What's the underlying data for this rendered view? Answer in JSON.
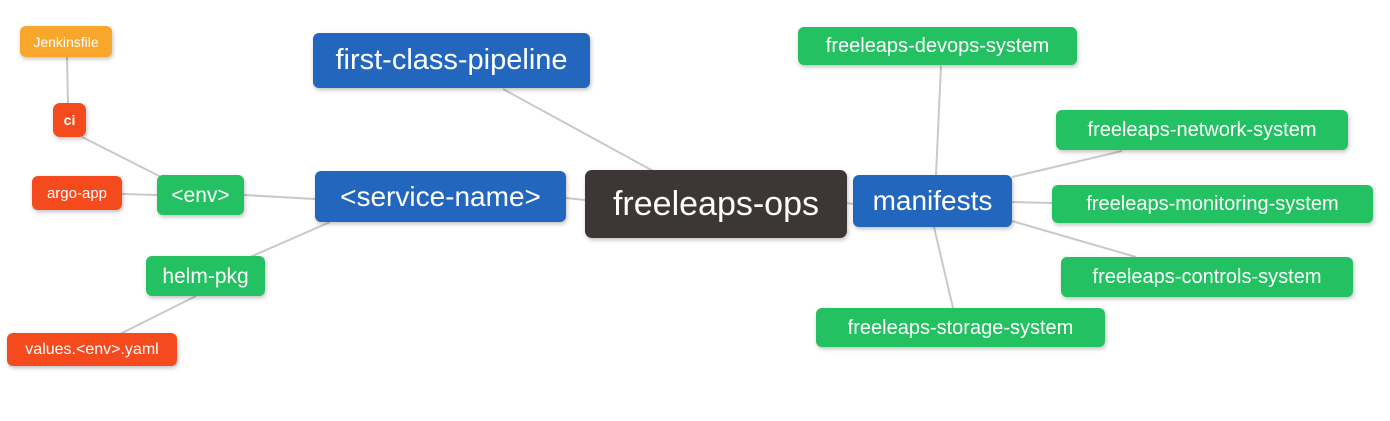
{
  "diagram": {
    "type": "mindmap",
    "root_label": "freeleaps-ops",
    "colors": {
      "root": "#3c3734",
      "branch_blue": "#2366be",
      "leaf_green": "#23c161",
      "leaf_orange": "#f9a72c",
      "leaf_red": "#f54a1e",
      "edge": "#c9c9c9",
      "text": "#ffffff",
      "background": "#ffffff"
    },
    "nodes": [
      {
        "id": "jenkinsfile",
        "label": "Jenkinsfile",
        "color": "orange"
      },
      {
        "id": "ci",
        "label": "ci",
        "color": "red"
      },
      {
        "id": "argo-app",
        "label": "argo-app",
        "color": "red"
      },
      {
        "id": "env",
        "label": "<env>",
        "color": "green"
      },
      {
        "id": "helm-pkg",
        "label": "helm-pkg",
        "color": "green"
      },
      {
        "id": "values-env-yaml",
        "label": "values.<env>.yaml",
        "color": "red"
      },
      {
        "id": "first-class-pipeline",
        "label": "first-class-pipeline",
        "color": "blue"
      },
      {
        "id": "service-name",
        "label": "<service-name>",
        "color": "blue"
      },
      {
        "id": "freeleaps-ops",
        "label": "freeleaps-ops",
        "color": "dark"
      },
      {
        "id": "manifests",
        "label": "manifests",
        "color": "blue"
      },
      {
        "id": "freeleaps-devops-system",
        "label": "freeleaps-devops-system",
        "color": "green"
      },
      {
        "id": "freeleaps-network-system",
        "label": "freeleaps-network-system",
        "color": "green"
      },
      {
        "id": "freeleaps-monitoring-system",
        "label": "freeleaps-monitoring-system",
        "color": "green"
      },
      {
        "id": "freeleaps-controls-system",
        "label": "freeleaps-controls-system",
        "color": "green"
      },
      {
        "id": "freeleaps-storage-system",
        "label": "freeleaps-storage-system",
        "color": "green"
      }
    ],
    "edges": [
      {
        "from": "Jenkinsfile",
        "to": "ci"
      },
      {
        "from": "ci",
        "to": "<env>"
      },
      {
        "from": "argo-app",
        "to": "<env>"
      },
      {
        "from": "<env>",
        "to": "<service-name>"
      },
      {
        "from": "<service-name>",
        "to": "helm-pkg"
      },
      {
        "from": "helm-pkg",
        "to": "values.<env>.yaml"
      },
      {
        "from": "first-class-pipeline",
        "to": "freeleaps-ops"
      },
      {
        "from": "<service-name>",
        "to": "freeleaps-ops"
      },
      {
        "from": "freeleaps-ops",
        "to": "manifests"
      },
      {
        "from": "manifests",
        "to": "freeleaps-devops-system"
      },
      {
        "from": "manifests",
        "to": "freeleaps-network-system"
      },
      {
        "from": "manifests",
        "to": "freeleaps-monitoring-system"
      },
      {
        "from": "manifests",
        "to": "freeleaps-controls-system"
      },
      {
        "from": "manifests",
        "to": "freeleaps-storage-system"
      }
    ]
  }
}
